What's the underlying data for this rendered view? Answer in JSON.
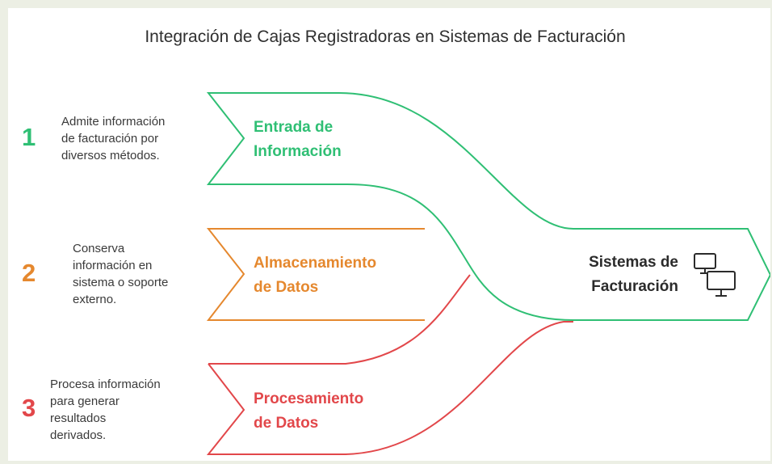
{
  "title": "Integración de Cajas Registradoras en Sistemas de Facturación",
  "colors": {
    "green": "#2fbf74",
    "orange": "#e5882e",
    "red": "#e2474a"
  },
  "stages": [
    {
      "number": "1",
      "label_line1": "Entrada de",
      "label_line2": "Información",
      "desc_line1": "Admite información",
      "desc_line2": "de facturación por",
      "desc_line3": "diversos métodos.",
      "desc_line4": ""
    },
    {
      "number": "2",
      "label_line1": "Almacenamiento",
      "label_line2": "de Datos",
      "desc_line1": "Conserva",
      "desc_line2": "información en",
      "desc_line3": "sistema o soporte",
      "desc_line4": "externo."
    },
    {
      "number": "3",
      "label_line1": "Procesamiento",
      "label_line2": "de Datos",
      "desc_line1": "Procesa información",
      "desc_line2": "para generar",
      "desc_line3": "resultados",
      "desc_line4": "derivados."
    }
  ],
  "output": {
    "label_line1": "Sistemas de",
    "label_line2": "Facturación",
    "icon": "computers-icon"
  }
}
